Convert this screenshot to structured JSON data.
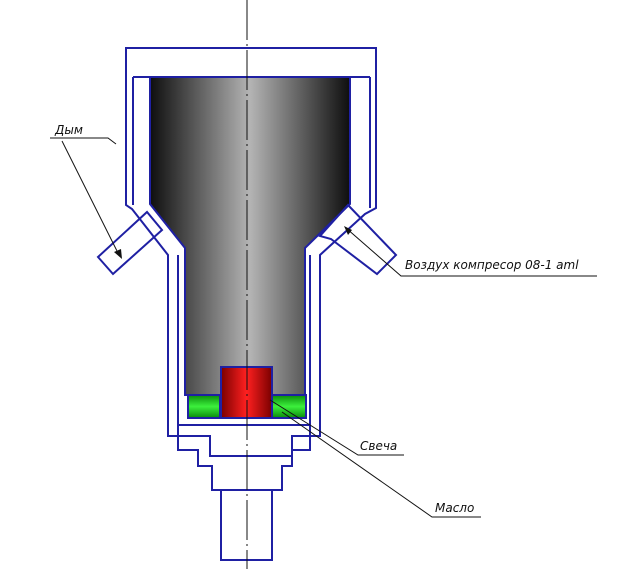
{
  "labels": {
    "smoke": "Дым",
    "air": "Воздух компресор 08-1 aml",
    "plug": "Свеча",
    "oil": "Масло"
  },
  "colors": {
    "outline": "#1f20a3",
    "chamber_dark": "#0e0e0e",
    "chamber_light": "#b4b4b4",
    "plug": "#d40000",
    "oil_ring": "#22c322",
    "leader": "#111111"
  }
}
